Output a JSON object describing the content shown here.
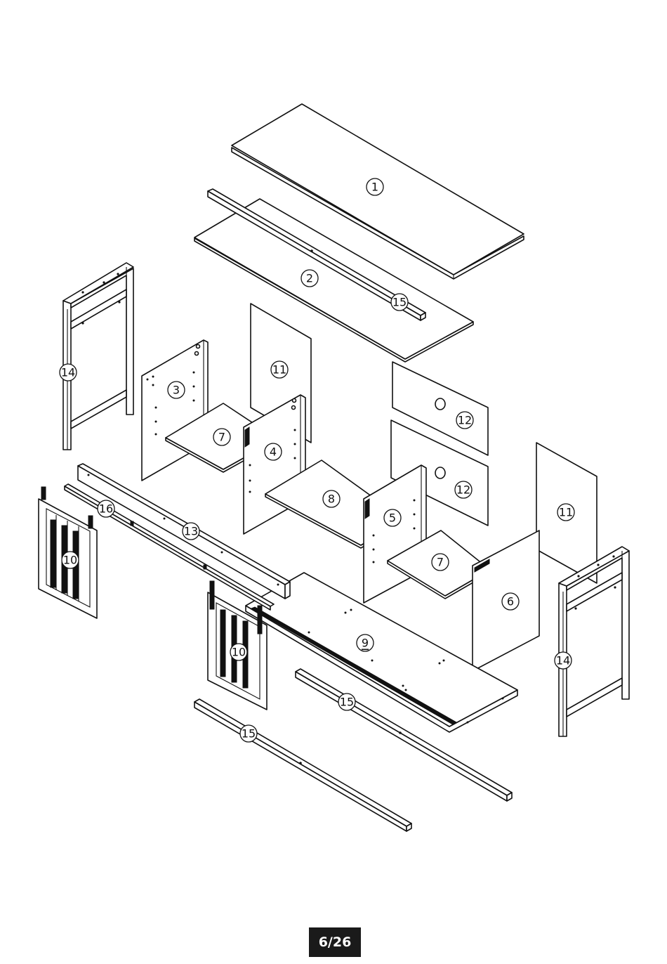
{
  "page_number": "6/26",
  "callouts": [
    {
      "label": "1",
      "part": "top-panel"
    },
    {
      "label": "2",
      "part": "upper-shelf"
    },
    {
      "label": "15",
      "part": "rail-top"
    },
    {
      "label": "14",
      "part": "left-side-frame"
    },
    {
      "label": "3",
      "part": "left-inner-panel"
    },
    {
      "label": "11",
      "part": "back-panel-left"
    },
    {
      "label": "7",
      "part": "small-shelf-left"
    },
    {
      "label": "4",
      "part": "divider-panel-left"
    },
    {
      "label": "12",
      "part": "back-panel-grommet-upper"
    },
    {
      "label": "12",
      "part": "back-panel-grommet-lower"
    },
    {
      "label": "8",
      "part": "middle-shelf"
    },
    {
      "label": "5",
      "part": "divider-panel-right"
    },
    {
      "label": "11",
      "part": "back-panel-right"
    },
    {
      "label": "16",
      "part": "door-track"
    },
    {
      "label": "13",
      "part": "front-rail"
    },
    {
      "label": "10",
      "part": "sliding-door-left"
    },
    {
      "label": "7",
      "part": "small-shelf-right"
    },
    {
      "label": "6",
      "part": "right-inner-panel"
    },
    {
      "label": "9",
      "part": "bottom-panel"
    },
    {
      "label": "10",
      "part": "sliding-door-center"
    },
    {
      "label": "14",
      "part": "right-side-frame"
    },
    {
      "label": "15",
      "part": "rail-middle"
    },
    {
      "label": "15",
      "part": "rail-bottom"
    }
  ]
}
